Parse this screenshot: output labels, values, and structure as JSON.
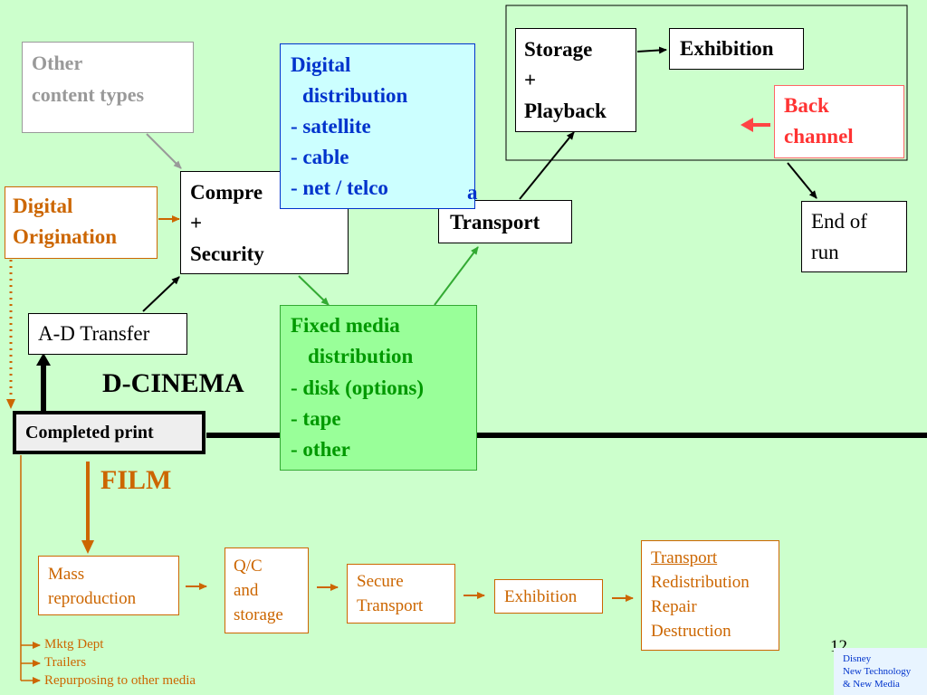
{
  "other_content": {
    "line1": "Other",
    "line2": "content types"
  },
  "digital_origination": {
    "line1": "Digital",
    "line2": "Origination"
  },
  "compression": {
    "line1": "Compre",
    "line2": "+",
    "line3": "Security"
  },
  "digital_distribution": {
    "line1": "Digital",
    "line2": "distribution",
    "line3": "- satellite",
    "line4": "- cable",
    "line5": "- net / telco",
    "peek": "a"
  },
  "transport": {
    "label": "Transport"
  },
  "storage": {
    "line1": "Storage",
    "line2": "+",
    "line3": "Playback"
  },
  "exhibition_top": {
    "label": "Exhibition"
  },
  "back_channel": {
    "line1": "Back",
    "line2": "channel"
  },
  "end_of_run": {
    "line1": "End of",
    "line2": "run"
  },
  "ad_transfer": {
    "label": "A-D Transfer"
  },
  "dcinema_label": "D-CINEMA",
  "completed_print": {
    "label": "Completed print"
  },
  "fixed_media": {
    "line1": "Fixed media",
    "line2": "distribution",
    "line3": "- disk (options)",
    "line4": "- tape",
    "line5": "- other"
  },
  "film_label": "FILM",
  "film_flow": {
    "mass": {
      "line1": "Mass",
      "line2": "reproduction"
    },
    "qc": {
      "line1": "Q/C",
      "line2": "and",
      "line3": "storage"
    },
    "secure": {
      "line1": "Secure",
      "line2": "Transport"
    },
    "exhibition": {
      "label": "Exhibition"
    },
    "final": {
      "line1": "Transport",
      "line2": "Redistribution",
      "line3": "Repair",
      "line4": "Destruction"
    }
  },
  "side_outputs": [
    "Mktg Dept",
    "Trailers",
    "Repurposing to other media"
  ],
  "page_number": "12",
  "logo": {
    "line1": "Disney",
    "line2": "New Technology",
    "line3": "& New Media"
  },
  "colors": {
    "background": "#ccffcc",
    "orange": "#cc6600",
    "blue": "#0033cc",
    "green_text": "#009900",
    "red": "#ff3333",
    "gray": "#999999"
  }
}
